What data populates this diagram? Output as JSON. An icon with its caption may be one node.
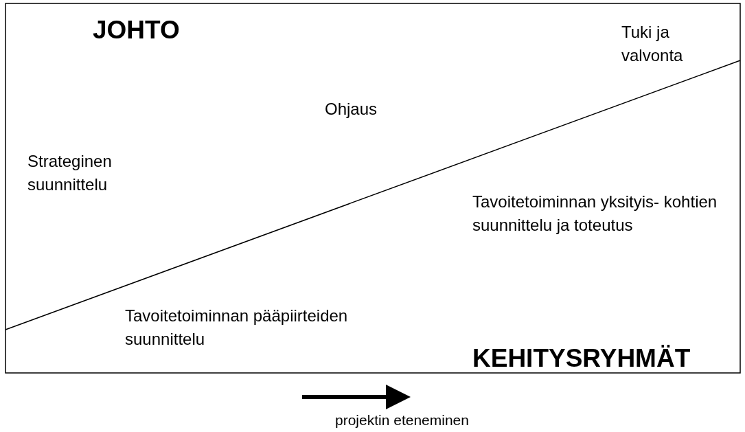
{
  "diagram": {
    "labels": [
      "JOHTO",
      "Tuki ja valvonta",
      "Ohjaus",
      "Strateginen suunnittelu",
      "Tavoitetoiminnan yksityis- kohtien suunnittelu ja toteutus",
      "Tavoitetoiminnan pääpiirteiden suunnittelu",
      "KEHITYSRYHMÄT",
      "projektin eteneminen"
    ]
  }
}
